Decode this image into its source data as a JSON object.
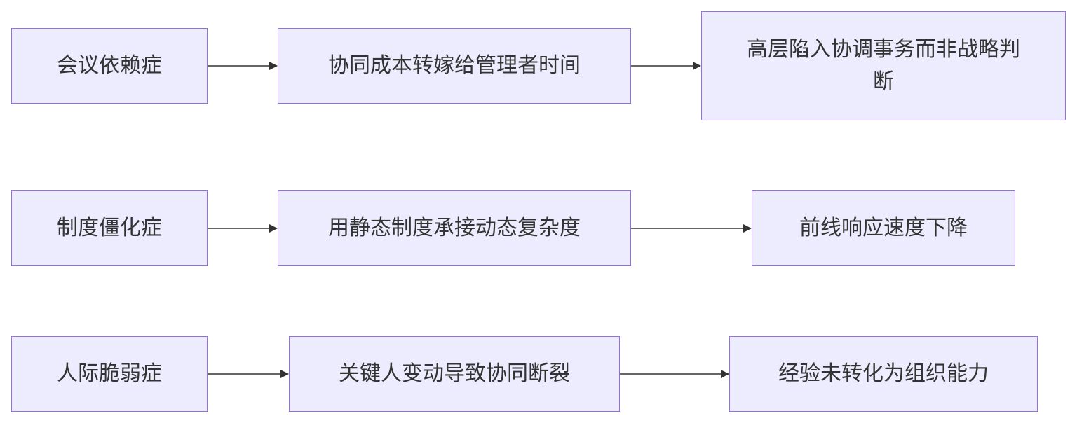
{
  "colors": {
    "node_fill": "#ececfe",
    "node_border": "#9370db",
    "text": "#333333",
    "edge": "#333333"
  },
  "rows": [
    {
      "nodes": [
        {
          "label": "会议依赖症"
        },
        {
          "label": "协同成本转嫁给管理者时间"
        },
        {
          "label": "高层陷入协调事务而非战略判断"
        }
      ]
    },
    {
      "nodes": [
        {
          "label": "制度僵化症"
        },
        {
          "label": "用静态制度承接动态复杂度"
        },
        {
          "label": "前线响应速度下降"
        }
      ]
    },
    {
      "nodes": [
        {
          "label": "人际脆弱症"
        },
        {
          "label": "关键人变动导致协同断裂"
        },
        {
          "label": "经验未转化为组织能力"
        }
      ]
    }
  ]
}
